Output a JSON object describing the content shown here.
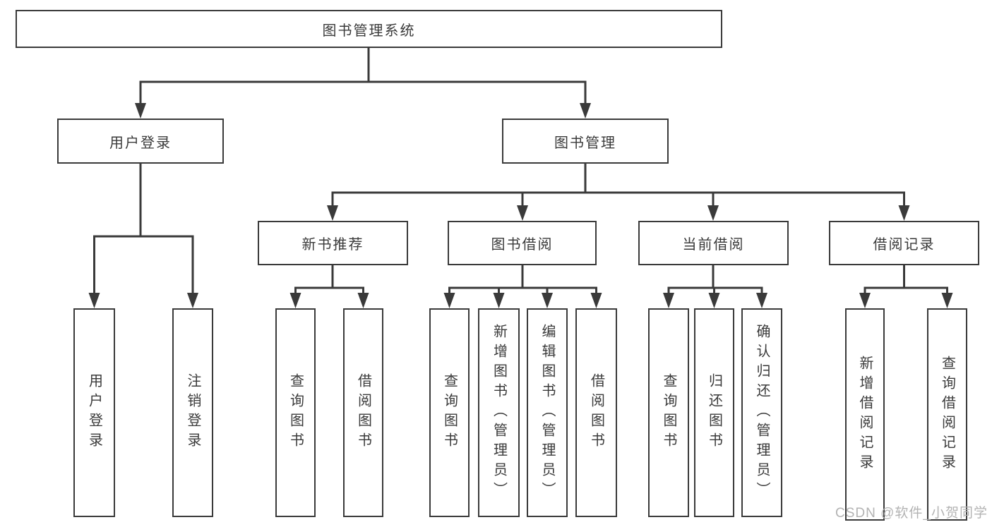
{
  "diagram": {
    "root": {
      "label": "图书管理系统"
    },
    "level2": [
      {
        "label": "用户登录"
      },
      {
        "label": "图书管理"
      }
    ],
    "level3": [
      {
        "label": "新书推荐"
      },
      {
        "label": "图书借阅"
      },
      {
        "label": "当前借阅"
      },
      {
        "label": "借阅记录"
      }
    ],
    "leaves": {
      "user_login": [
        "用户登录",
        "注销登录"
      ],
      "new_book_recommend": [
        "查询图书",
        "借阅图书"
      ],
      "book_borrowing": [
        "查询图书",
        "新增图书（管理员）",
        "编辑图书（管理员）",
        "借阅图书"
      ],
      "current_borrowing": [
        "查询图书",
        "归还图书",
        "确认归还（管理员）"
      ],
      "borrowing_records": [
        "新增借阅记录",
        "查询借阅记录"
      ]
    },
    "colors": {
      "line": "#3a3a3a",
      "text": "#3a3a3a",
      "box_bg": "#ffffff",
      "watermark": "#b3b3b3"
    }
  },
  "watermark": {
    "text": "CSDN @软件_小贺同学"
  }
}
